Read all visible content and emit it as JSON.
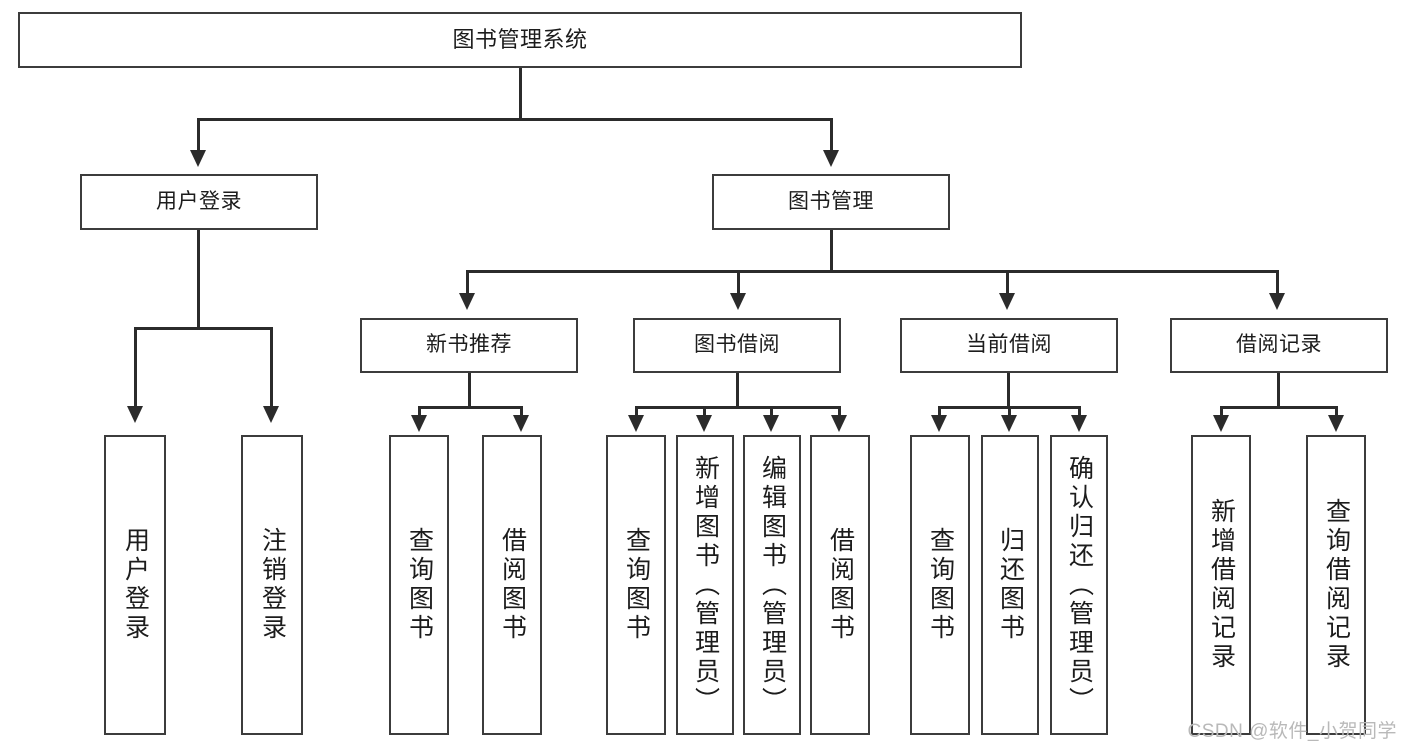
{
  "diagram": {
    "title": "图书管理系统",
    "type": "tree-hierarchy-chart",
    "root": {
      "label": "图书管理系统"
    },
    "level2": [
      {
        "label": "用户登录"
      },
      {
        "label": "图书管理"
      }
    ],
    "level3": [
      {
        "label": "新书推荐"
      },
      {
        "label": "图书借阅"
      },
      {
        "label": "当前借阅"
      },
      {
        "label": "借阅记录"
      }
    ],
    "leaves": [
      {
        "label": "用户登录"
      },
      {
        "label": "注销登录"
      },
      {
        "label": "查询图书"
      },
      {
        "label": "借阅图书"
      },
      {
        "label": "查询图书"
      },
      {
        "label": "新增图书（管理员）"
      },
      {
        "label": "编辑图书（管理员）"
      },
      {
        "label": "借阅图书"
      },
      {
        "label": "查询图书"
      },
      {
        "label": "归还图书"
      },
      {
        "label": "确认归还（管理员）"
      },
      {
        "label": "新增借阅记录"
      },
      {
        "label": "查询借阅记录"
      }
    ]
  },
  "watermark": {
    "text": "CSDN @软件_小贺同学"
  },
  "colors": {
    "box_border": "#3c3c3c",
    "line": "#2b2b2b",
    "background": "#ffffff",
    "text": "#1c1c1c",
    "watermark": "#b9b9b9"
  }
}
